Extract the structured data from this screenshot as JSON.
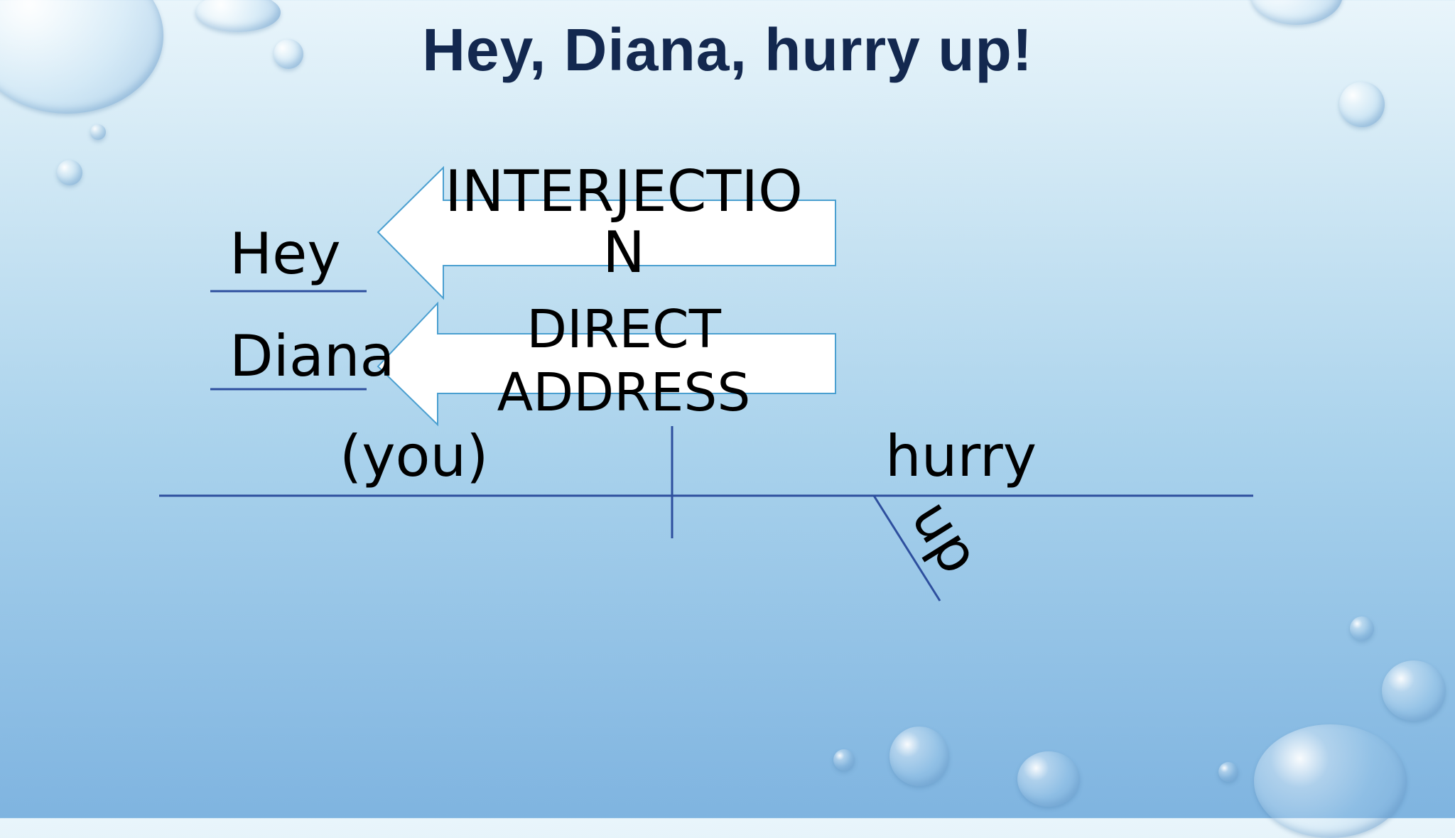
{
  "slide": {
    "title": "Hey, Diana, hurry up!",
    "words": {
      "hey": "Hey",
      "diana": "Diana",
      "subject": "(you)",
      "verb": "hurry",
      "modifier": "up"
    },
    "arrows": {
      "interjection": "INTERJECTIO\nN",
      "direct_address": "DIRECT\nADDRESS"
    }
  },
  "colors": {
    "title": "#13284f",
    "diagram_line": "#2e4f9e",
    "arrow_stroke": "#4a9fd0",
    "text": "#000000"
  }
}
